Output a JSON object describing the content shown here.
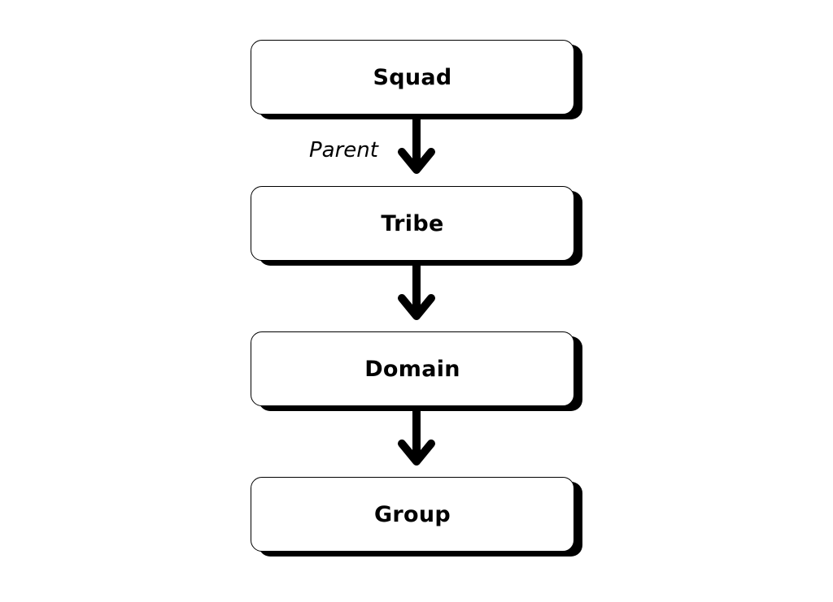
{
  "diagram": {
    "nodes": [
      {
        "id": "squad",
        "label": "Squad"
      },
      {
        "id": "tribe",
        "label": "Tribe"
      },
      {
        "id": "domain",
        "label": "Domain"
      },
      {
        "id": "group",
        "label": "Group"
      }
    ],
    "edges": [
      {
        "from": "squad",
        "to": "tribe",
        "label": "Parent"
      },
      {
        "from": "tribe",
        "to": "domain",
        "label": ""
      },
      {
        "from": "domain",
        "to": "group",
        "label": ""
      }
    ],
    "colors": {
      "node_fill": "#ffffff",
      "node_border": "#000000",
      "node_shadow": "#000000",
      "arrow": "#000000",
      "text": "#000000"
    }
  }
}
